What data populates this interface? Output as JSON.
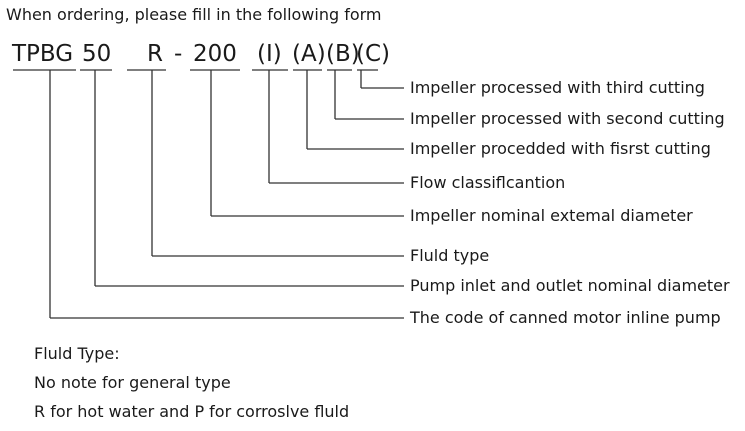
{
  "heading": "When ordering, please fill in the following form",
  "code_parts": [
    "TPBG",
    "50",
    "R",
    "-",
    "200",
    "(I)",
    "(A)",
    "(B)",
    "(C)"
  ],
  "labels": [
    "Impeller processed with third cutting",
    "Impeller processed with second cutting",
    "Impeller procedded with fisrst cutting",
    "Flow classiflcantion",
    "Impeller nominal extemal diameter",
    "Fluld type",
    "Pump inlet and outlet nominal diameter",
    "The code of canned motor inline pump"
  ],
  "notes": [
    "Fluld Type:",
    "No note for general type",
    "R for hot water and P for corroslve fluld"
  ]
}
